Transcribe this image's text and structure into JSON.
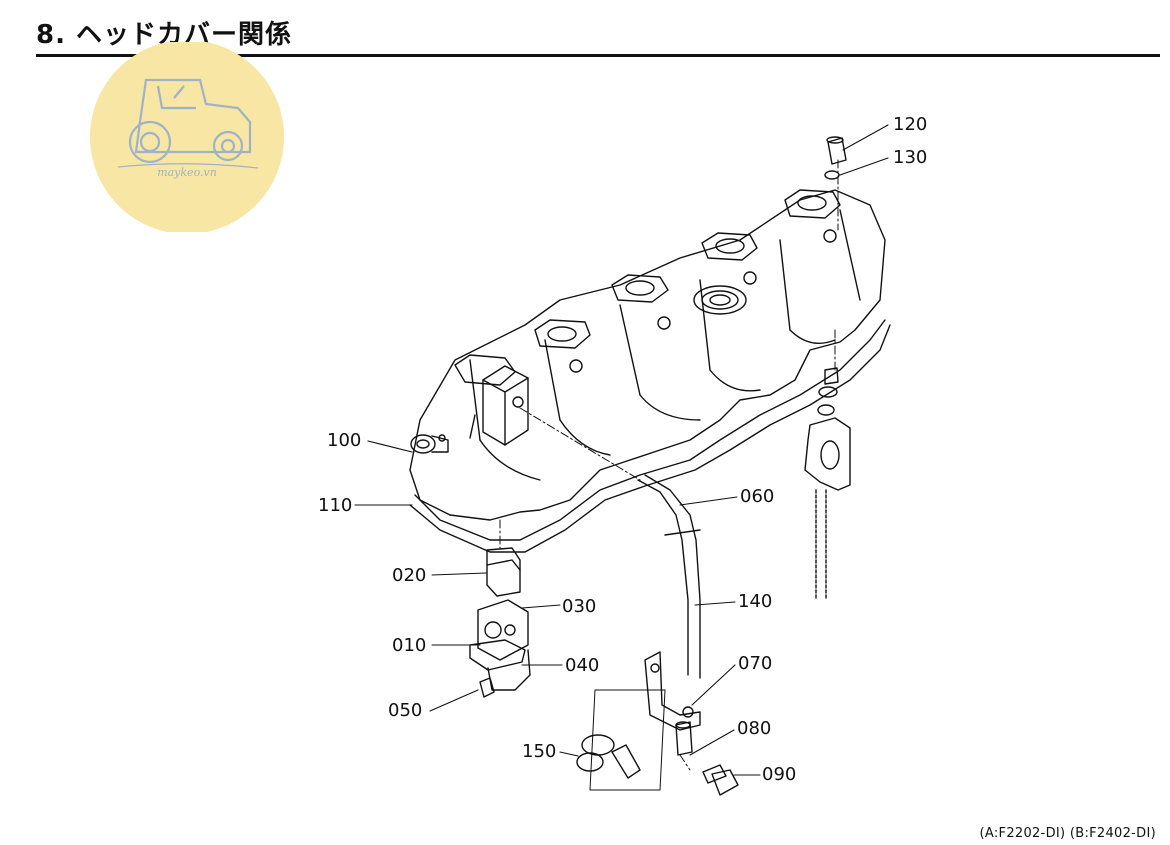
{
  "page": {
    "title": "8. ヘッドカバー関係",
    "footer": "(A:F2202-DI) (B:F2402-DI)"
  },
  "watermark": {
    "text": "maykeo.vn",
    "icon": "tractor-icon",
    "circle_color": "#f7e6a4",
    "line_color": "#9fb3c8"
  },
  "parts": {
    "p120": "120",
    "p130": "130",
    "p100": "100",
    "p110": "110",
    "p060": "060",
    "p020": "020",
    "p030": "030",
    "p010": "010",
    "p040": "040",
    "p050": "050",
    "p140": "140",
    "p070": "070",
    "p080": "080",
    "p090": "090",
    "p150": "150"
  }
}
